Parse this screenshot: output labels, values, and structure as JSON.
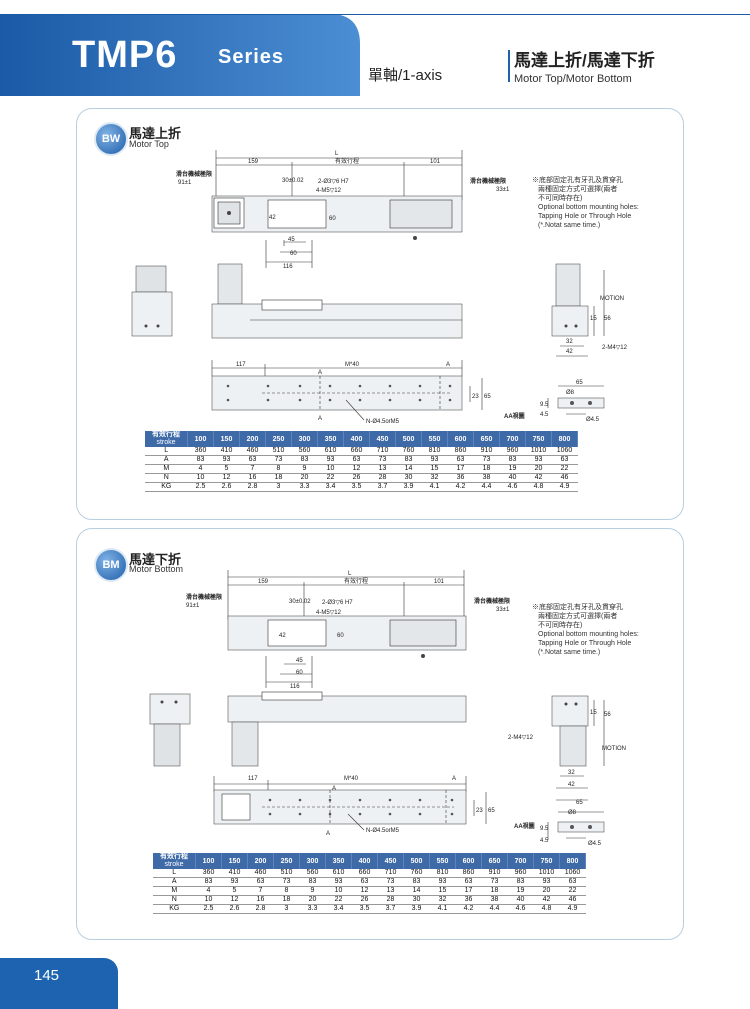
{
  "header": {
    "title": "TMP6",
    "series": "Series",
    "axis": "單軸/1-axis",
    "subtitle_zh": "馬達上折/馬達下折",
    "subtitle_en": "Motor Top/Motor Bottom"
  },
  "colors": {
    "brand_blue": "#1d63b0",
    "table_header": "#3e6aa8",
    "panel_border": "#b8cfe0"
  },
  "sections": [
    {
      "badge": "BW",
      "title_zh": "馬達上折",
      "title_en": "Motor Top",
      "dims": {
        "L": "L",
        "d159": "159",
        "effective": "有效行程",
        "d101": "101",
        "slide_left": "滑台機械極限",
        "slide_left_val": "91±1",
        "slide_right": "滑台機械極限",
        "slide_right_val": "33±1",
        "d30": "30±0.02",
        "hole1": "2-Ø3▽6 H7",
        "hole2": "4-M5▽12",
        "d42": "42",
        "d60v": "60",
        "d45": "45",
        "d60": "60",
        "d116": "116",
        "motion": "MOTION",
        "d15": "15",
        "d56": "56",
        "d32": "32",
        "d42b": "42",
        "m4": "2-M4▽12",
        "d117": "117",
        "m40": "M*40",
        "a": "A",
        "d23": "23",
        "d65": "65",
        "n45": "N-Ø4.5orM5",
        "aa": "AA視圖",
        "d65b": "65",
        "d8": "Ø8",
        "d95": "9.5",
        "d45b": "4.5",
        "d45c": "Ø4.5"
      },
      "note_zh1": "※底部固定孔有牙孔及貫穿孔",
      "note_zh2": "兩種固定方式可選擇(兩者",
      "note_zh3": "不可同時存在)",
      "note_en1": "Optional bottom mounting holes:",
      "note_en2": "Tapping Hole or Through Hole",
      "note_en3": "(*.Notat same time.)"
    },
    {
      "badge": "BM",
      "title_zh": "馬達下折",
      "title_en": "Motor Bottom",
      "dims": {
        "L": "L",
        "d159": "159",
        "effective": "有效行程",
        "d101": "101",
        "slide_left": "滑台機械極限",
        "slide_left_val": "91±1",
        "slide_right": "滑台機械極限",
        "slide_right_val": "33±1",
        "d30": "30±0.02",
        "hole1": "2-Ø3▽6 H7",
        "hole2": "4-M5▽12",
        "d42": "42",
        "d60v": "60",
        "d45": "45",
        "d60": "60",
        "d116": "116",
        "motion": "MOTION",
        "d15": "15",
        "d56": "56",
        "d32": "32",
        "d42b": "42",
        "m4": "2-M4▽12",
        "d117": "117",
        "m40": "M*40",
        "a": "A",
        "d23": "23",
        "d65": "65",
        "n45": "N-Ø4.5orM5",
        "aa": "AA視圖",
        "d65b": "65",
        "d8": "Ø8",
        "d95": "9.5",
        "d45b": "4.5",
        "d45c": "Ø4.5"
      },
      "note_zh1": "※底部固定孔有牙孔及貫穿孔",
      "note_zh2": "兩種固定方式可選擇(兩者",
      "note_zh3": "不可同時存在)",
      "note_en1": "Optional bottom mounting holes:",
      "note_en2": "Tapping Hole or Through Hole",
      "note_en3": "(*.Notat same time.)"
    }
  ],
  "spec_table": {
    "header_zh": "有效行程",
    "header_en": "stroke",
    "strokes": [
      "100",
      "150",
      "200",
      "250",
      "300",
      "350",
      "400",
      "450",
      "500",
      "550",
      "600",
      "650",
      "700",
      "750",
      "800"
    ],
    "rows": [
      {
        "label": "L",
        "values": [
          "360",
          "410",
          "460",
          "510",
          "560",
          "610",
          "660",
          "710",
          "760",
          "810",
          "860",
          "910",
          "960",
          "1010",
          "1060"
        ]
      },
      {
        "label": "A",
        "values": [
          "83",
          "93",
          "63",
          "73",
          "83",
          "93",
          "63",
          "73",
          "83",
          "93",
          "63",
          "73",
          "83",
          "93",
          "63"
        ]
      },
      {
        "label": "M",
        "values": [
          "4",
          "5",
          "7",
          "8",
          "9",
          "10",
          "12",
          "13",
          "14",
          "15",
          "17",
          "18",
          "19",
          "20",
          "22"
        ]
      },
      {
        "label": "N",
        "values": [
          "10",
          "12",
          "16",
          "18",
          "20",
          "22",
          "26",
          "28",
          "30",
          "32",
          "36",
          "38",
          "40",
          "42",
          "46"
        ]
      },
      {
        "label": "KG",
        "values": [
          "2.5",
          "2.6",
          "2.8",
          "3",
          "3.3",
          "3.4",
          "3.5",
          "3.7",
          "3.9",
          "4.1",
          "4.2",
          "4.4",
          "4.6",
          "4.8",
          "4.9"
        ]
      }
    ]
  },
  "footer": {
    "page_number": "145"
  }
}
